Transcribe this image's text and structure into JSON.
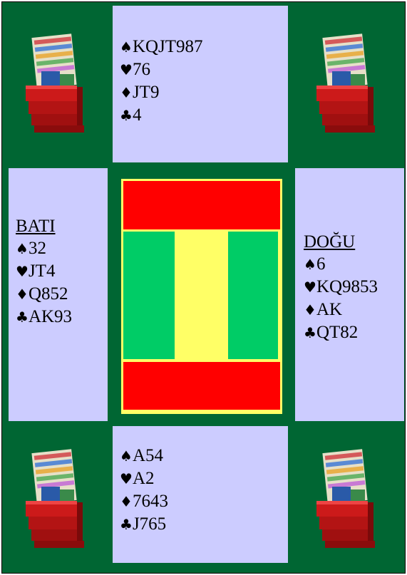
{
  "colors": {
    "table_felt": "#006633",
    "hand_panel": "#ccccff",
    "vulnerable": "#ff0000",
    "not_vulnerable": "#00cc66",
    "board_frame": "#ffff66"
  },
  "north": {
    "spades": "KQJT987",
    "hearts": "76",
    "diamonds": "JT9",
    "clubs": "4"
  },
  "west": {
    "name": "BATI",
    "spades": "32",
    "hearts": "JT4",
    "diamonds": "Q852",
    "clubs": "AK93"
  },
  "east": {
    "name": "DOĞU",
    "spades": "6",
    "hearts": "KQ9853",
    "diamonds": "AK",
    "clubs": "QT82"
  },
  "south": {
    "spades": "A54",
    "hearts": "A2",
    "diamonds": "7643",
    "clubs": "J765"
  },
  "board": {
    "north_south": "vulnerable",
    "east_west": "not vulnerable"
  },
  "icons": {
    "board_holder": "bridge-board-holder-icon",
    "suits": [
      "spade-icon",
      "heart-icon",
      "diamond-icon",
      "club-icon"
    ]
  }
}
